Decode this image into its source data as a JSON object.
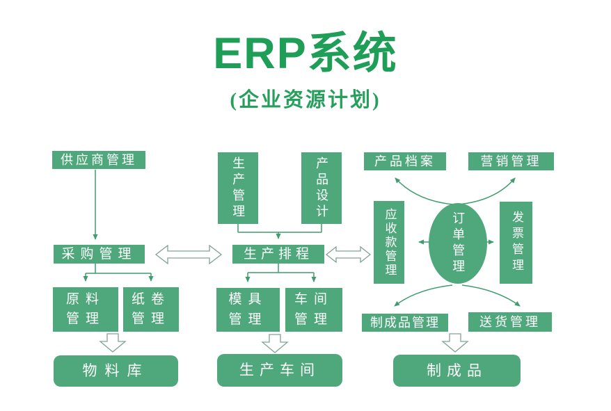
{
  "header": {
    "title": "ERP系统",
    "subtitle": "(企业资源计划)"
  },
  "colors": {
    "box_green": "#4ea87c",
    "title_green": "#1e9e57",
    "line_green": "#3f9c6e",
    "hollow_arrow_outline": "#7fa393",
    "text_white": "#ffffff",
    "background": "#ffffff"
  },
  "nodes": {
    "supplier": "供应商管理",
    "purchasing": "采购管理",
    "raw_material": "原料\n管理",
    "paper_roll": "纸卷\n管理",
    "material_warehouse": "物料库",
    "production_mgmt": "生产管理",
    "product_design": "产品设计",
    "production_schedule": "生产排程",
    "mold_mgmt": "模具\n管理",
    "workshop_mgmt": "车间\n管理",
    "production_workshop": "生产车间",
    "product_archive": "产品档案",
    "marketing_mgmt": "营销管理",
    "receivables_mgmt": "应收款管理",
    "order_mgmt": "订单管理",
    "invoice_mgmt": "发票管理",
    "finished_goods_mgmt": "制成品管理",
    "delivery_mgmt": "送货管理",
    "finished_goods": "制成品"
  }
}
